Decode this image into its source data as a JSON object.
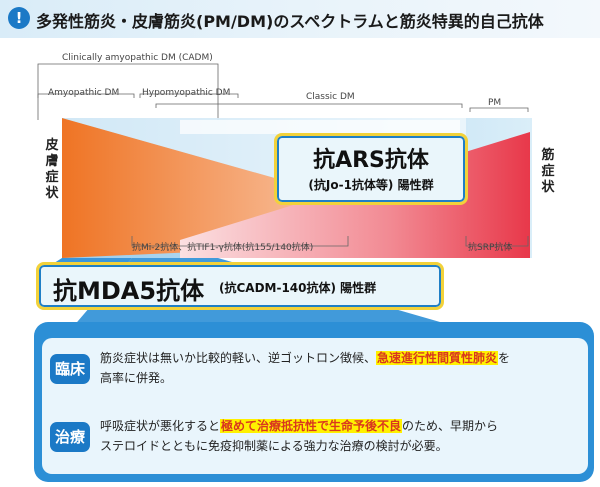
{
  "title": {
    "icon": "!",
    "text": "多発性筋炎・皮膚筋炎(PM/DM)のスペクトラムと筋炎特異的自己抗体"
  },
  "spectrum": {
    "label_cadm": "Clinically amyopathic DM (CADM)",
    "label_amyopathic": "Amyopathic DM",
    "label_hypomyopathic": "Hypomyopathic DM",
    "label_classic": "Classic DM",
    "label_pm": "PM",
    "left_side": [
      "皮",
      "膚",
      "症",
      "状"
    ],
    "right_side": [
      "筋",
      "症",
      "状"
    ],
    "label_mi2": "抗Mi-2抗体、抗TIF1-γ抗体(抗155/140抗体)",
    "label_srp": "抗SRP抗体"
  },
  "ars": {
    "main": "抗ARS抗体",
    "sub": "(抗Jo-1抗体等) 陽性群"
  },
  "mda5": {
    "main": "抗MDA5抗体",
    "sub": "(抗CADM-140抗体) 陽性群"
  },
  "clinical": {
    "badge": "臨床",
    "line1_pre": "筋炎症状は無いか比較的軽い、逆ゴットロン徴候、",
    "line1_hl": "急速進行性間質性肺炎",
    "line1_post": "を",
    "line2": "高率に併発。"
  },
  "treatment": {
    "badge": "治療",
    "line1_pre": "呼吸症状が悪化すると",
    "line1_hl": "極めて治療抵抗性で生命予後不良",
    "line1_post": "のため、早期から",
    "line2": "ステロイドとともに免疫抑制薬による強力な治療の検討が必要。"
  },
  "colors": {
    "accent_blue": "#1b79c6",
    "panel_blue": "#2c8fd6",
    "highlight_yellow": "#fff100",
    "highlight_red": "#d9381e",
    "skin_orange": "#f07a2a",
    "muscle_red": "#e8384a"
  }
}
